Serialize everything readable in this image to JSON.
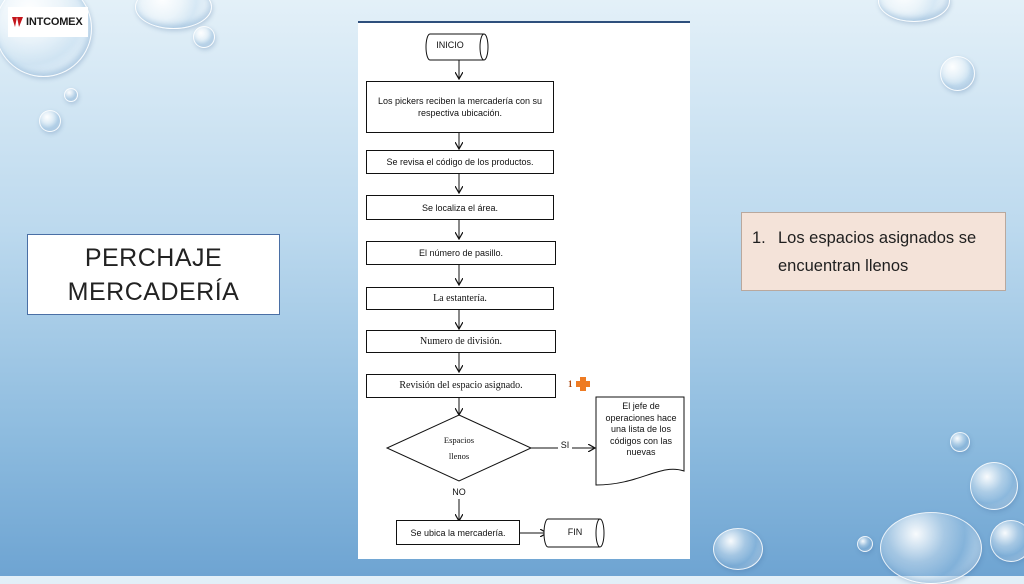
{
  "logo": {
    "text": "INTCOMEX"
  },
  "title": {
    "line1": "PERCHAJE",
    "line2": "MERCADERÍA"
  },
  "note": {
    "number": "1.",
    "text": "Los espacios asignados se encuentran llenos"
  },
  "flowchart": {
    "start": "INICIO",
    "steps": [
      "Los pickers reciben la mercadería con su respectiva ubicación.",
      "Se revisa el código de los productos.",
      "Se localiza el área.",
      "El número de pasillo.",
      "La estantería.",
      "Numero de división.",
      "Revisión del espacio asignado."
    ],
    "decision": {
      "line1": "Espacios",
      "line2": "llenos"
    },
    "yes_label": "SI",
    "no_label": "NO",
    "document": "El jefe de operaciones hace una lista de los códigos con las nuevas",
    "final_step": "Se ubica la mercadería.",
    "end": "FIN",
    "badge": "1"
  },
  "colors": {
    "badge": "#ee7b23",
    "title_border": "#4a6fa5",
    "note_bg": "#f4e3d9"
  }
}
